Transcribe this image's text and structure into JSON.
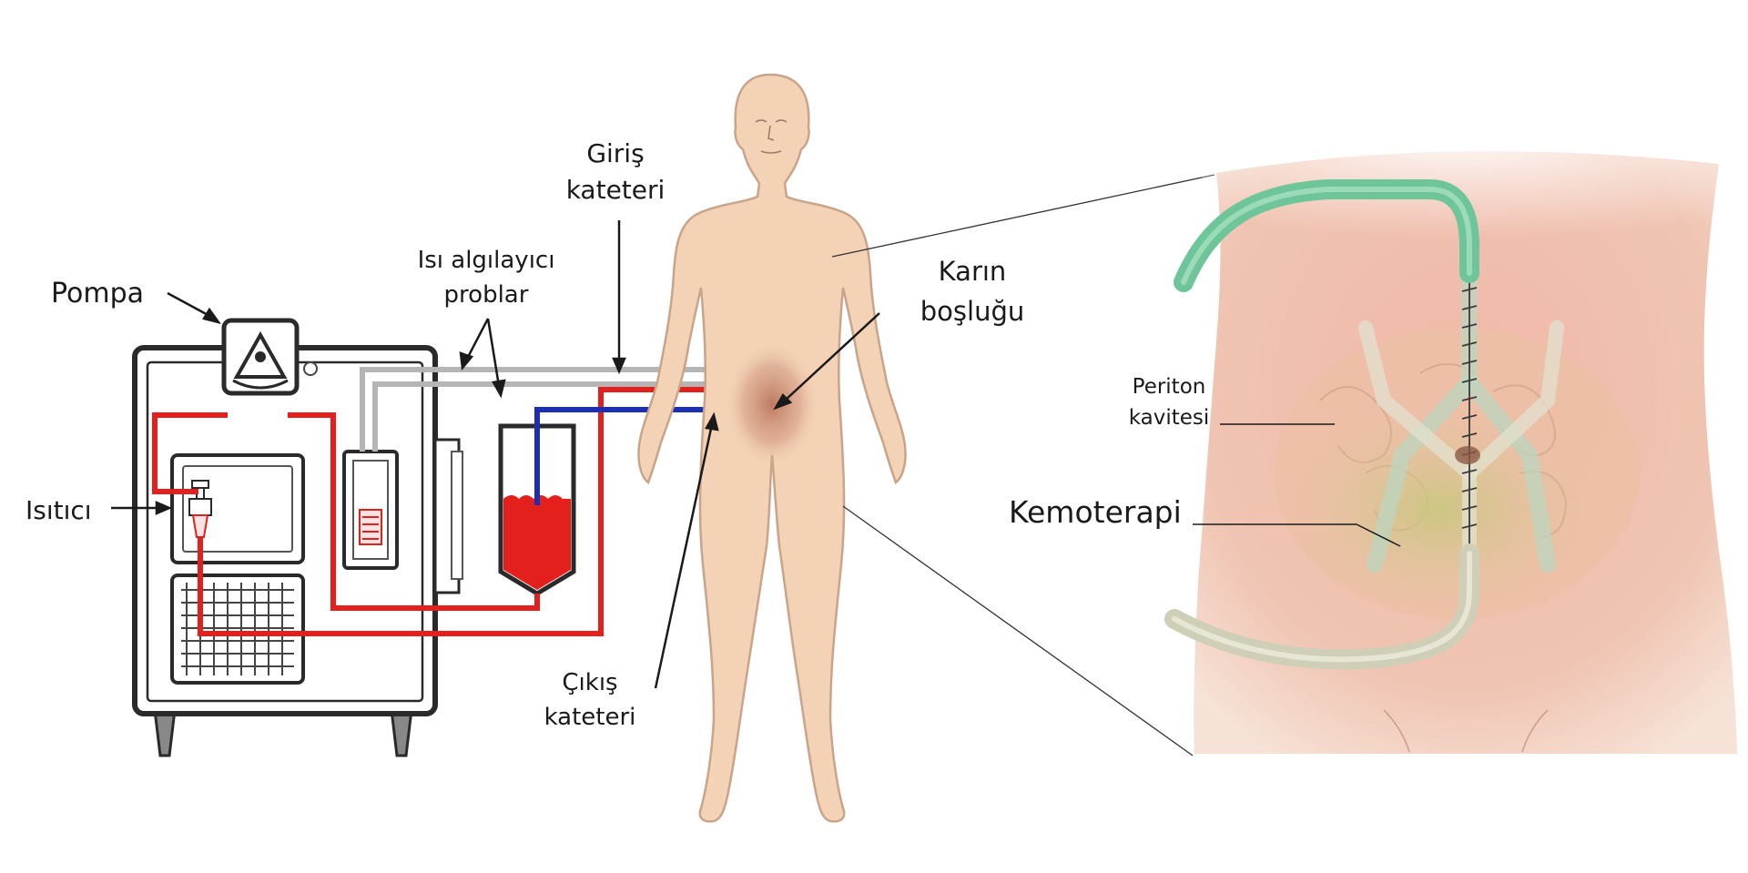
{
  "labels": {
    "pompa": "Pompa",
    "isitici": "Isıtıcı",
    "isi_algilayici_line1": "Isı algılayıcı",
    "isi_algilayici_line2": "problar",
    "giris_line1": "Giriş",
    "giris_line2": "kateteri",
    "karin_line1": "Karın",
    "karin_line2": "boşluğu",
    "cikis_line1": "Çıkış",
    "cikis_line2": "kateteri",
    "periton_line1": "Periton",
    "periton_line2": "kavitesi",
    "kemoterapi": "Kemoterapi"
  },
  "colors": {
    "tube_red": "#e3201b",
    "tube_blue": "#1c2fb4",
    "tube_gray": "#b5b5b5",
    "skin": "#f3d2b6",
    "skin_outline": "#c9a48a",
    "abdomen_skin": "#f1c3b3",
    "catheter_green": "#6fc59a",
    "catheter_beige": "#d9d9c4",
    "machine_outline": "#2a2a2a"
  }
}
